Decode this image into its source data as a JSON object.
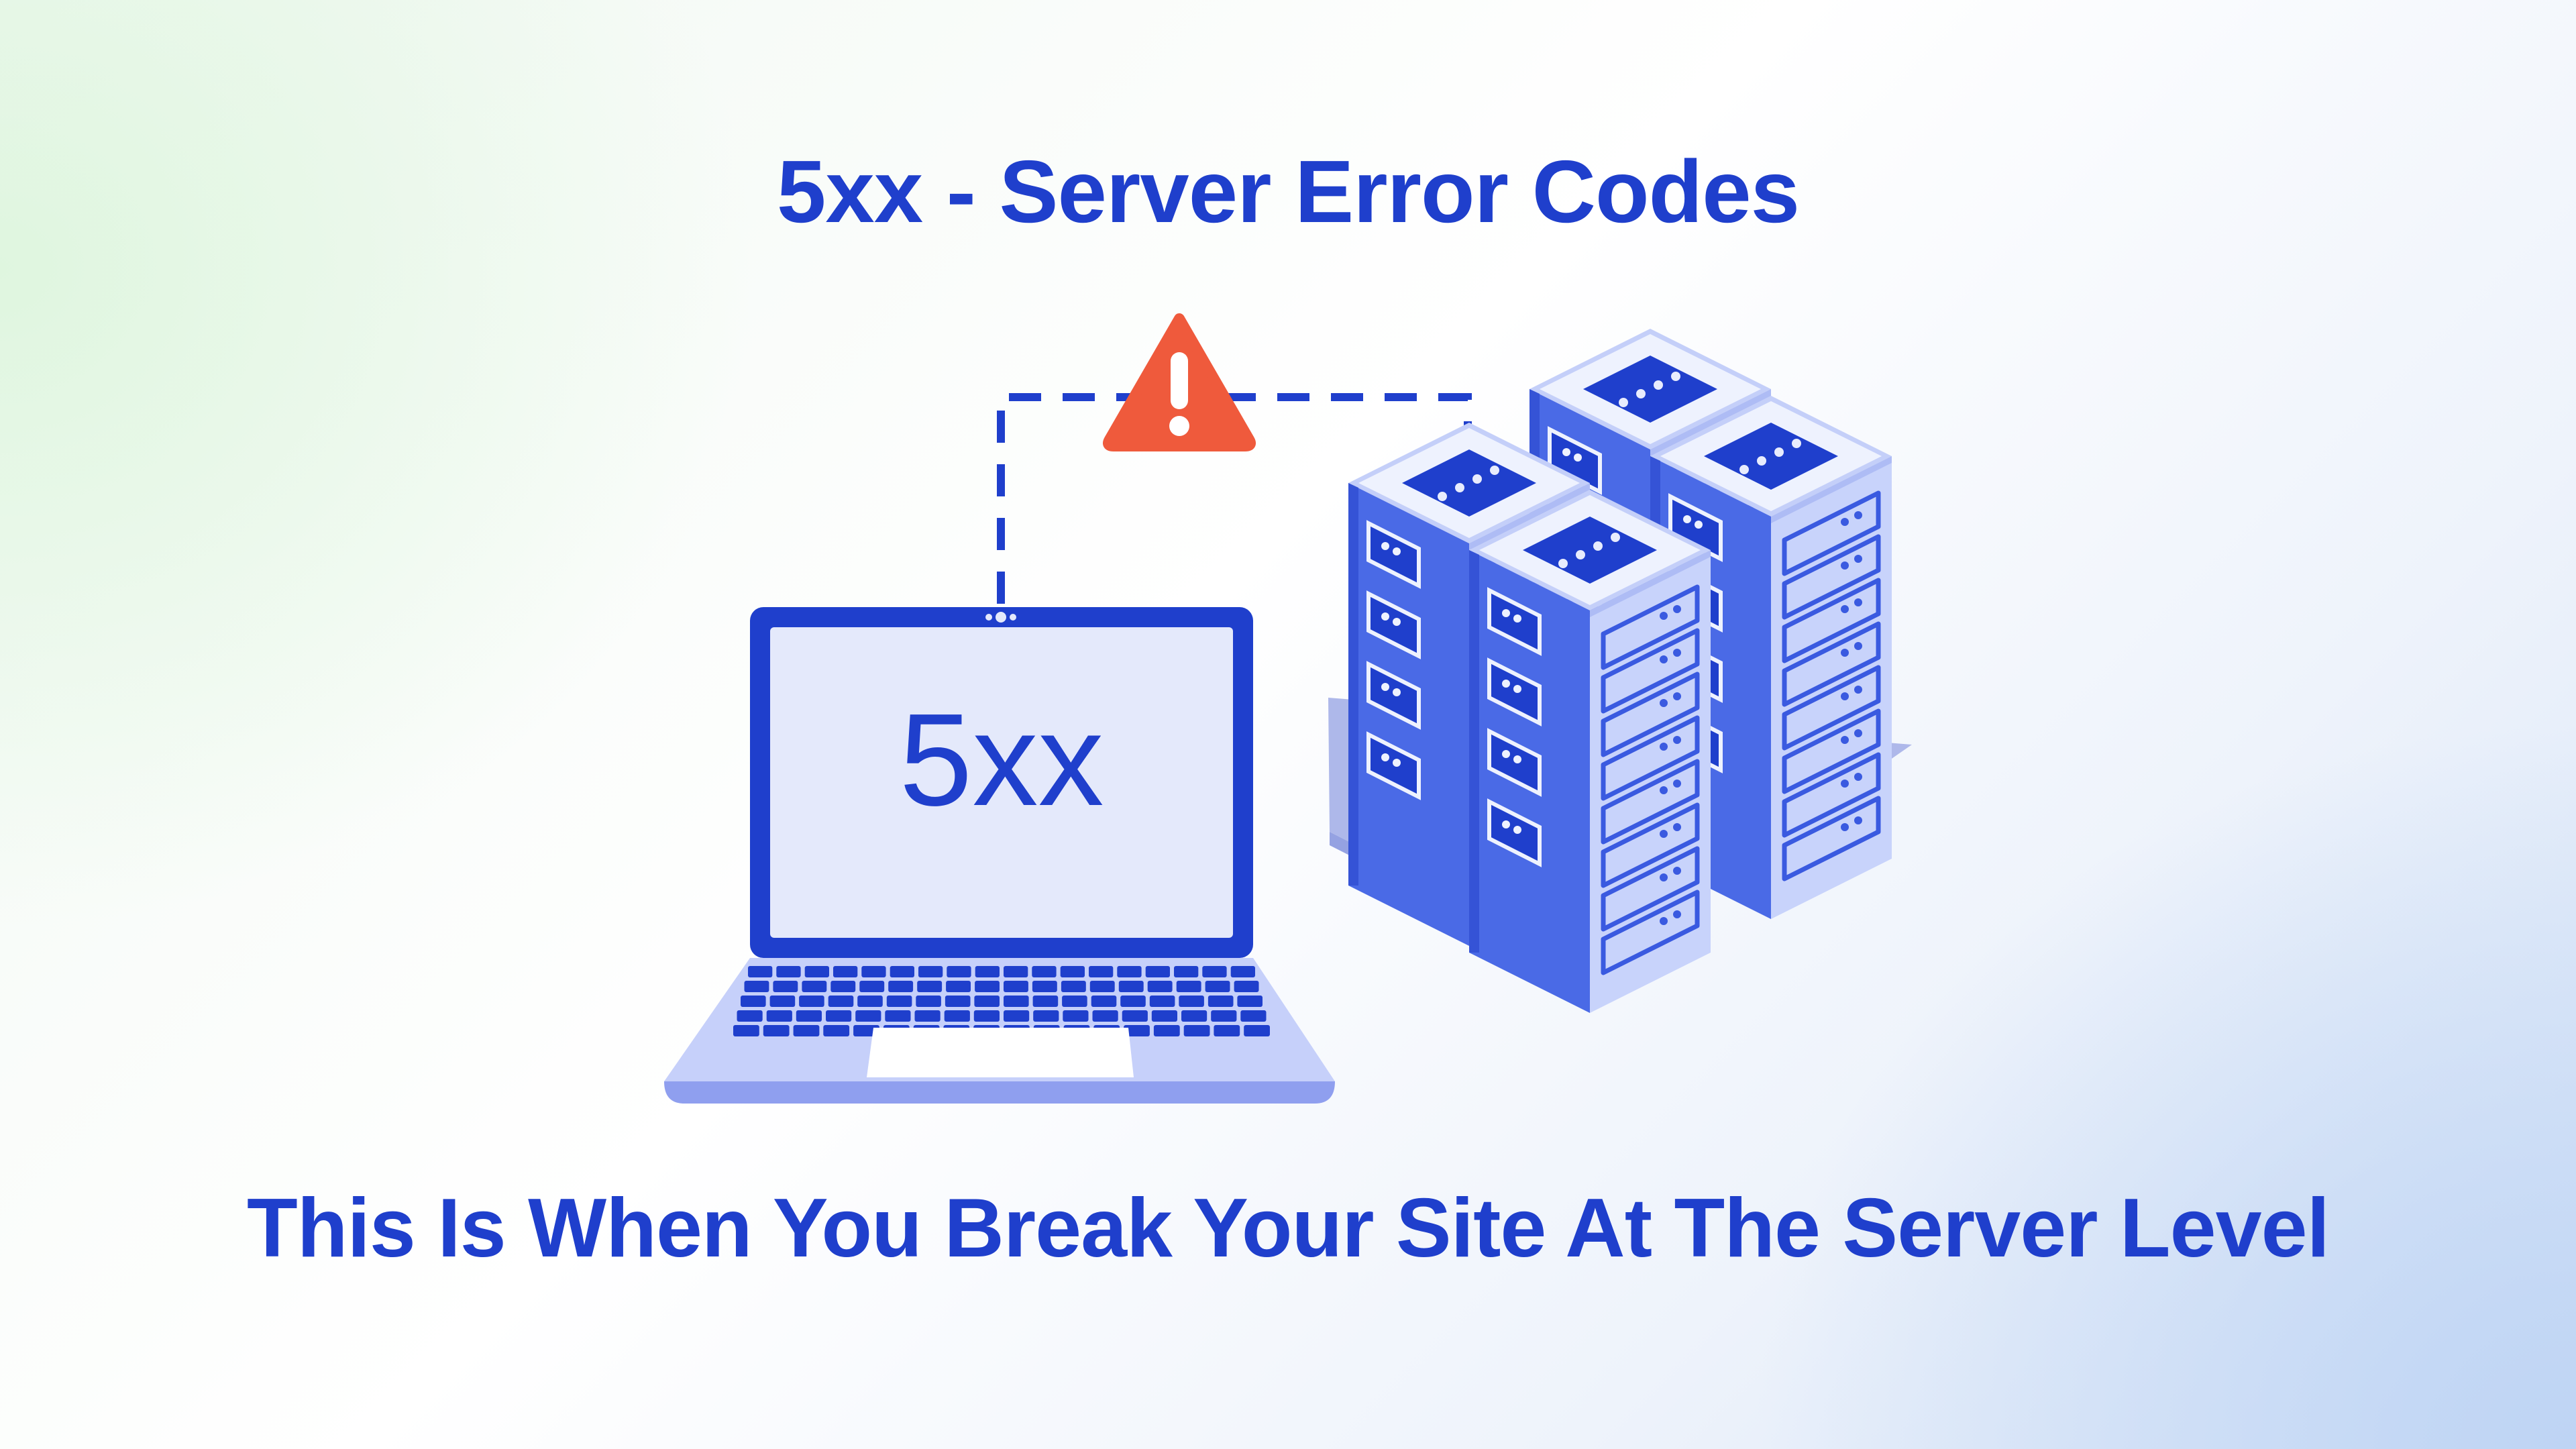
{
  "title": "5xx - Server Error Codes",
  "subtitle": "This Is When You Break Your Site At The Server Level",
  "laptop": {
    "screen_text": "5xx"
  },
  "icons": {
    "warning": "warning-triangle-icon",
    "laptop": "laptop-icon",
    "servers": "server-rack-icon"
  },
  "colors": {
    "text": "#1f3fcc",
    "warning": "#ef5a3c",
    "server_front": "#4a6ae6",
    "server_side": "#c8d3fb",
    "laptop_frame": "#1f3fcc",
    "laptop_screen": "#e4e9fb",
    "laptop_base": "#c6d0fa"
  }
}
